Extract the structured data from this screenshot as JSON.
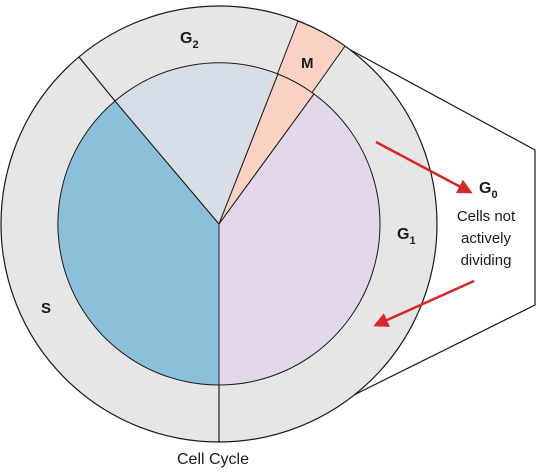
{
  "labels": {
    "g2": "G",
    "g2_sub": "2",
    "m": "M",
    "s": "S",
    "g1": "G",
    "g1_sub": "1",
    "g0": "G",
    "g0_sub": "0",
    "g0_desc_1": "Cells not",
    "g0_desc_2": "actively",
    "g0_desc_3": "dividing",
    "caption": "Cell Cycle"
  },
  "colors": {
    "outer_ring": "#e6e6e6",
    "s_phase": "#8cbfda",
    "g2_phase": "#d8dee7",
    "g1_phase": "#e3d7ec",
    "m_phase": "#f9d2c3",
    "arrow": "#d8262a",
    "stroke": "#1a1a1a"
  }
}
